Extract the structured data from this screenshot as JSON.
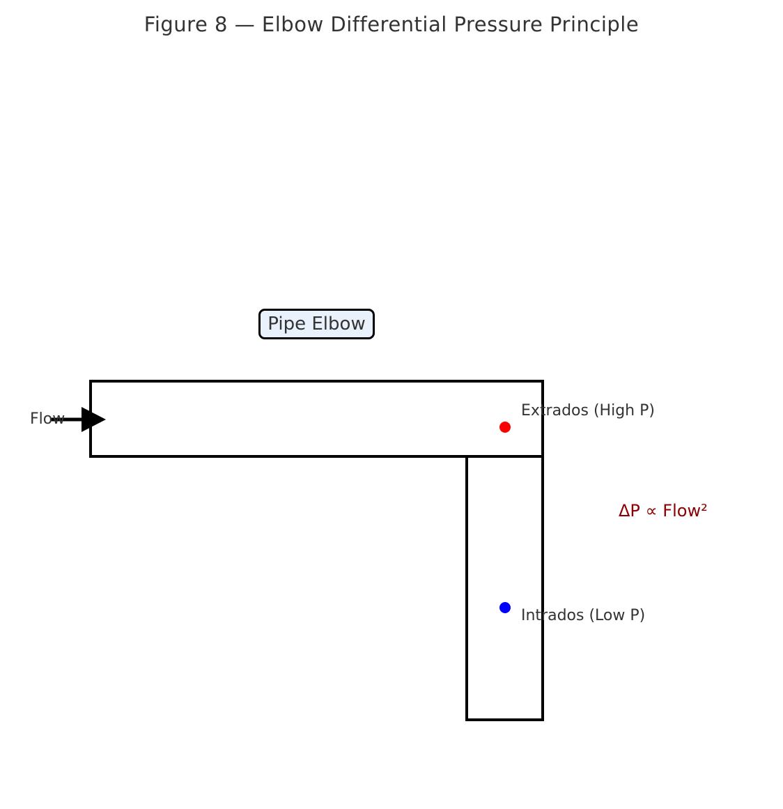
{
  "figure": {
    "title": "Figure 8 — Elbow Differential Pressure Principle"
  },
  "labels": {
    "pipe_elbow": "Pipe Elbow",
    "flow": "Flow",
    "extrados": "Extrados (High P)",
    "intrados": "Intrados (Low P)",
    "dp_relation": "ΔP ∝ Flow²"
  },
  "colors": {
    "background": "#ffffff",
    "title_text": "#333333",
    "label_text": "#333333",
    "pipe_stroke": "#000000",
    "pipe_fill": "#ffffff",
    "elbow_box_fill": "#e9f1fc",
    "elbow_box_border": "#000000",
    "flow_arrow": "#000000",
    "high_pressure_dot": "#ff0000",
    "low_pressure_dot": "#0000ff",
    "dp_relation_text": "#8b0000"
  }
}
